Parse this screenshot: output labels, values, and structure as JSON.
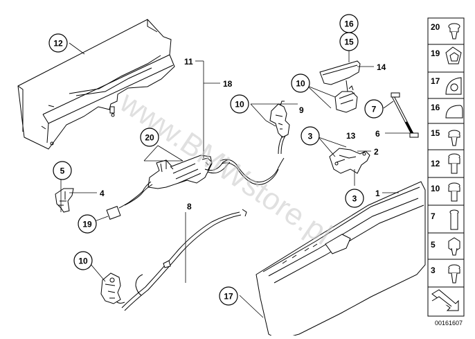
{
  "diagram": {
    "watermark": "www.BMWstore.pl",
    "catalog_code": "00161607",
    "callouts": {
      "c12": "12",
      "c20": "20",
      "c5": "5",
      "c19": "19",
      "c10a": "10",
      "c10b": "10",
      "c10c": "10",
      "c16": "16",
      "c15": "15",
      "c3a": "3",
      "c3b": "3",
      "c7": "7",
      "c17": "17"
    },
    "labels": {
      "l11": "11",
      "l18": "18",
      "l9": "9",
      "l4": "4",
      "l8": "8",
      "l14": "14",
      "l13": "13",
      "l6": "6",
      "l2": "2",
      "l1": "1"
    },
    "legend": [
      "20",
      "19",
      "17",
      "16",
      "15",
      "12",
      "10",
      "7",
      "5",
      "3"
    ]
  }
}
